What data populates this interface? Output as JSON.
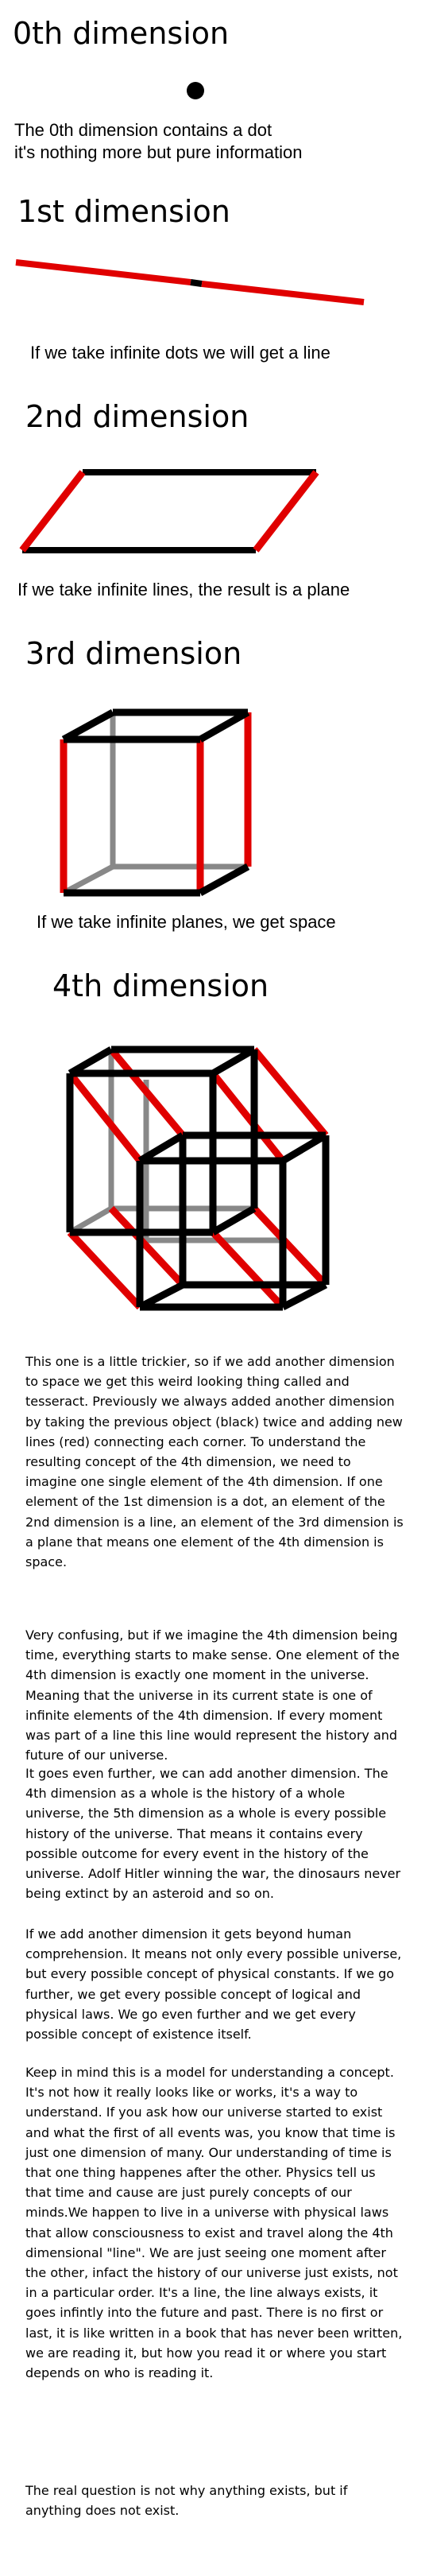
{
  "sections": [
    {
      "heading": "0th dimension",
      "caption_line1": "The 0th dimension contains a dot",
      "caption_line2": "it's nothing more but pure information"
    },
    {
      "heading": "1st dimension",
      "caption": "If we take infinite dots we will get a line"
    },
    {
      "heading": "2nd dimension",
      "caption": "If we take infinite lines, the result is a plane"
    },
    {
      "heading": "3rd dimension",
      "caption": "If we take infinite planes, we get space"
    },
    {
      "heading": "4th dimension"
    }
  ],
  "colors": {
    "new_line": "#e00000",
    "old_object": "#000000",
    "hidden_edge": "#888888"
  },
  "paragraphs": [
    "This one is a little trickier, so if we add another dimension to space we get this weird looking thing called and tesseract. Previously we always added another dimension by taking the previous object (black) twice and adding new lines (red) connecting each corner. To understand the resulting concept of the 4th dimension, we need to imagine one single element of the 4th dimension. If one element of the 1st dimension is a dot, an element of the 2nd dimension is a line, an element of the 3rd dimension is a plane that means one element of the 4th dimension is space.",
    "Very confusing, but if we imagine the 4th dimension being time, everything starts to make sense. One element of the 4th dimension is exactly one moment in the universe. Meaning that the universe in its current state is one of infinite elements of the 4th dimension. If every moment was part of a line this line would represent the history and future of our universe.",
    " It goes even further, we can add another dimension. The 4th dimension as a whole is the history of a whole universe, the 5th dimension as a whole is every possible history of the universe. That means it contains every possible outcome for every event in the history of the universe. Adolf Hitler winning the war, the dinosaurs never being extinct by an asteroid and so on.",
    "If we add another dimension it gets beyond human comprehension. It means not only every possible universe, but every possible concept of physical constants. If we go further, we get every possible concept of logical and physical laws. We go even further and we get every possible concept of existence itself.",
    "Keep in mind this is a model for understanding a concept. It's not how it really looks like or works, it's a way to understand. If you ask how our universe started to exist and what the first of all events was, you know that time is just one dimension of many. Our understanding of time is that one thing happenes after the other. Physics tell us that time and cause are just purely concepts of our minds.We happen to live in a universe with physical laws that allow consciousness to exist and travel along the 4th dimensional \"line\". We are just seeing one moment after the other, infact the history of our universe just exists, not in a particular order. It's a line, the line always exists, it goes infintly into the future and past. There is no first or last, it is like written in a book that has never been written, we are reading it, but how you read it or where you start depends on who is reading it.",
    "The real question is not why anything exists, but if anything does not exist."
  ]
}
